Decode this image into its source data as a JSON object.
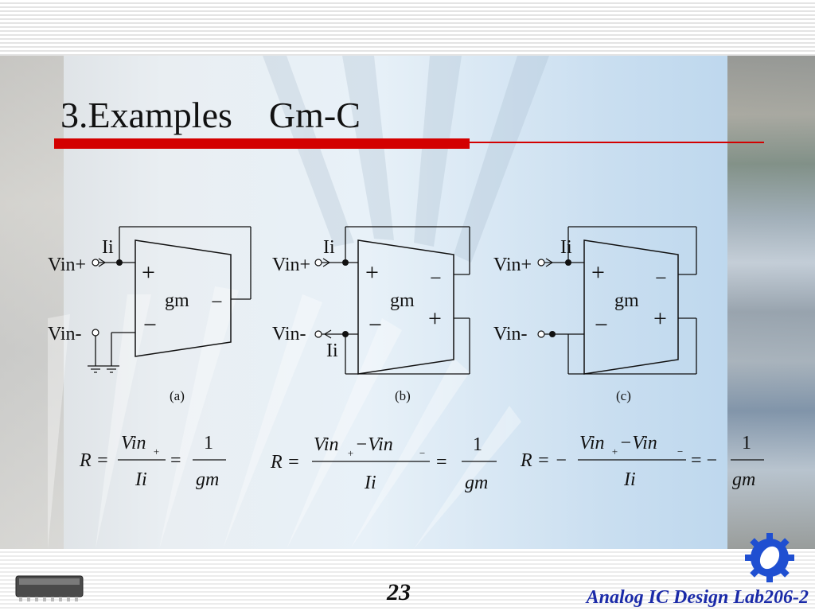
{
  "slide": {
    "title": "3.Examples　Gm-C",
    "page_number": "23",
    "footer": "Analog IC Design Lab206-2"
  },
  "circuits": [
    {
      "id": "a",
      "caption": "(a)",
      "labels": {
        "vin_plus": "Vin+",
        "vin_minus": "Vin-",
        "current": "Ii",
        "gm": "gm",
        "in_plus": "+",
        "in_minus": "−",
        "out_minus": "−"
      }
    },
    {
      "id": "b",
      "caption": "(b)",
      "labels": {
        "vin_plus": "Vin+",
        "vin_minus": "Vin-",
        "current_top": "Ii",
        "current_bottom": "Ii",
        "gm": "gm",
        "in_plus": "+",
        "in_minus": "−",
        "out_minus": "−",
        "out_plus": "+"
      }
    },
    {
      "id": "c",
      "caption": "(c)",
      "labels": {
        "vin_plus": "Vin+",
        "vin_minus": "Vin-",
        "current": "Ii",
        "gm": "gm",
        "in_plus": "+",
        "in_minus": "−",
        "out_minus": "−",
        "out_plus": "+"
      }
    }
  ],
  "equations": [
    {
      "lhs": "R =",
      "num1": "Vin",
      "num1_sub": "+",
      "den1": "Ii",
      "eq2": "=",
      "num2": "1",
      "den2": "gm"
    },
    {
      "lhs": "R =",
      "num1": "Vin",
      "num1_sub": "+",
      "num1b": " −Vin",
      "num1b_sub": "−",
      "den1": "Ii",
      "eq2": "=",
      "num2": "1",
      "den2": "gm"
    },
    {
      "lhs": "R = −",
      "num1": "Vin",
      "num1_sub": "+",
      "num1b": " −Vin",
      "num1b_sub": "−",
      "den1": "Ii",
      "eq2": "= −",
      "num2": "1",
      "den2": "gm"
    }
  ],
  "icons": {
    "chip": "chip-icon",
    "gear": "gear-icon"
  }
}
